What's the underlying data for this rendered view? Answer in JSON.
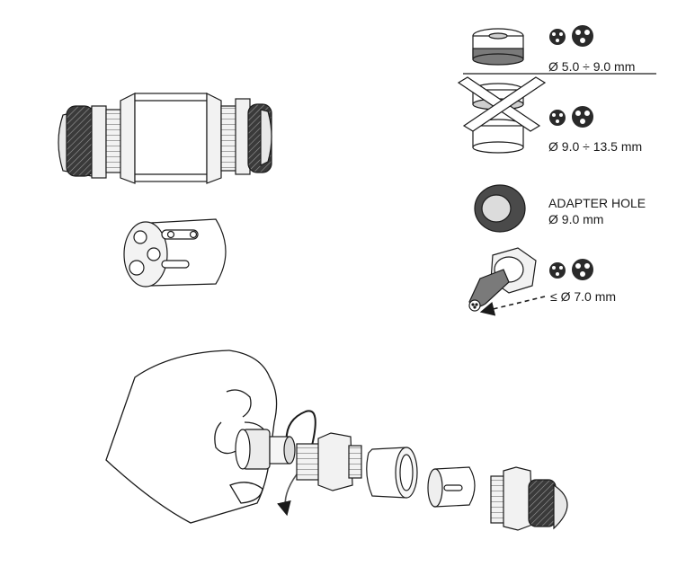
{
  "seals": {
    "small": {
      "range": "Ø 5.0 ÷ 9.0 mm",
      "icons": [
        "cable-3-core-small-icon",
        "cable-3-core-large-icon"
      ]
    },
    "large": {
      "range": "Ø 9.0 ÷ 13.5 mm",
      "icons": [
        "cable-3-core-small-icon",
        "cable-3-core-large-icon"
      ]
    }
  },
  "adapter": {
    "title": "ADAPTER HOLE",
    "diameter": "Ø 9.0 mm"
  },
  "cable_limit": {
    "text": "≤ Ø 7.0 mm",
    "icons": [
      "cable-3-core-small-icon",
      "cable-3-core-large-icon"
    ]
  },
  "colors": {
    "ink": "#1a1a1a",
    "dark_gray": "#4a4a4a",
    "mid_gray": "#9a9a9a",
    "light_gray": "#e6e6e6"
  }
}
